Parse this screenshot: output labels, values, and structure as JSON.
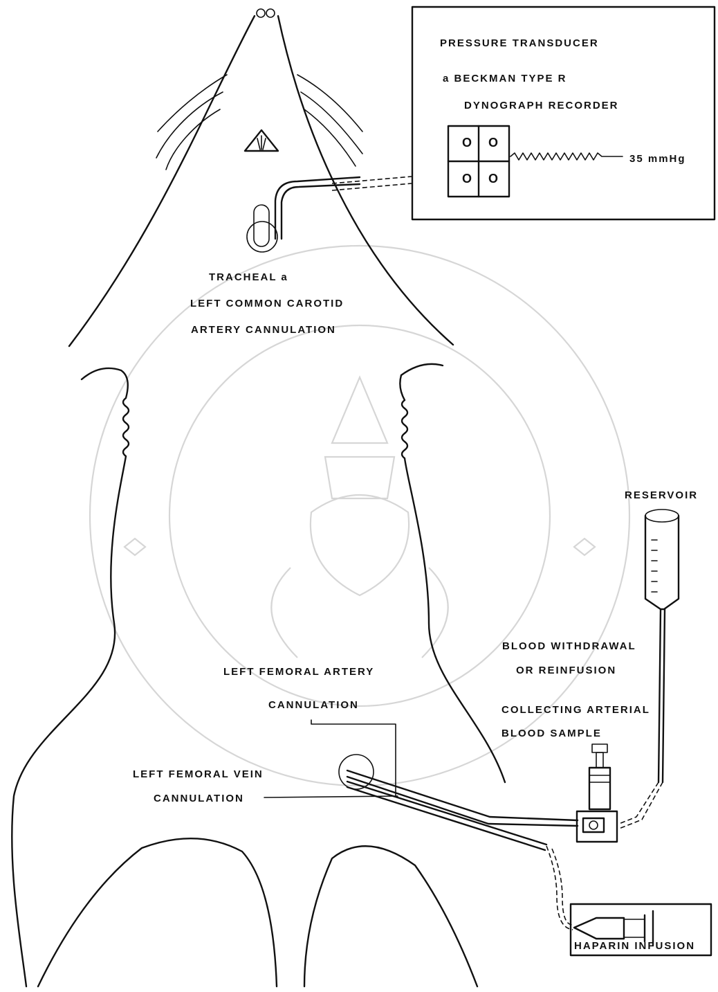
{
  "labels": {
    "transducer_line1": "PRESSURE TRANSDUCER",
    "transducer_line2": "a  BECKMAN   TYPE  R",
    "transducer_line3": "DYNOGRAPH   RECORDER",
    "pressure": "35 mmHg",
    "tracheal_line1": "TRACHEAL  a",
    "tracheal_line2": "LEFT COMMON CAROTID",
    "tracheal_line3": "ARTERY CANNULATION",
    "reservoir": "RESERVOIR",
    "withdrawal_line1": "BLOOD WITHDRAWAL",
    "withdrawal_line2": "OR  REINFUSION",
    "sample_line1": "COLLECTING ARTERIAL",
    "sample_line2": "BLOOD SAMPLE",
    "artery_line1": "LEFT FEMORAL ARTERY",
    "artery_line2": "CANNULATION",
    "vein_line1": "LEFT FEMORAL VEIN",
    "vein_line2": "CANNULATION",
    "heparin": "HAPARIN   INFUSION"
  },
  "transducer_symbol": "O",
  "colors": {
    "ink": "#111111",
    "watermark": "#d6d6d6"
  }
}
